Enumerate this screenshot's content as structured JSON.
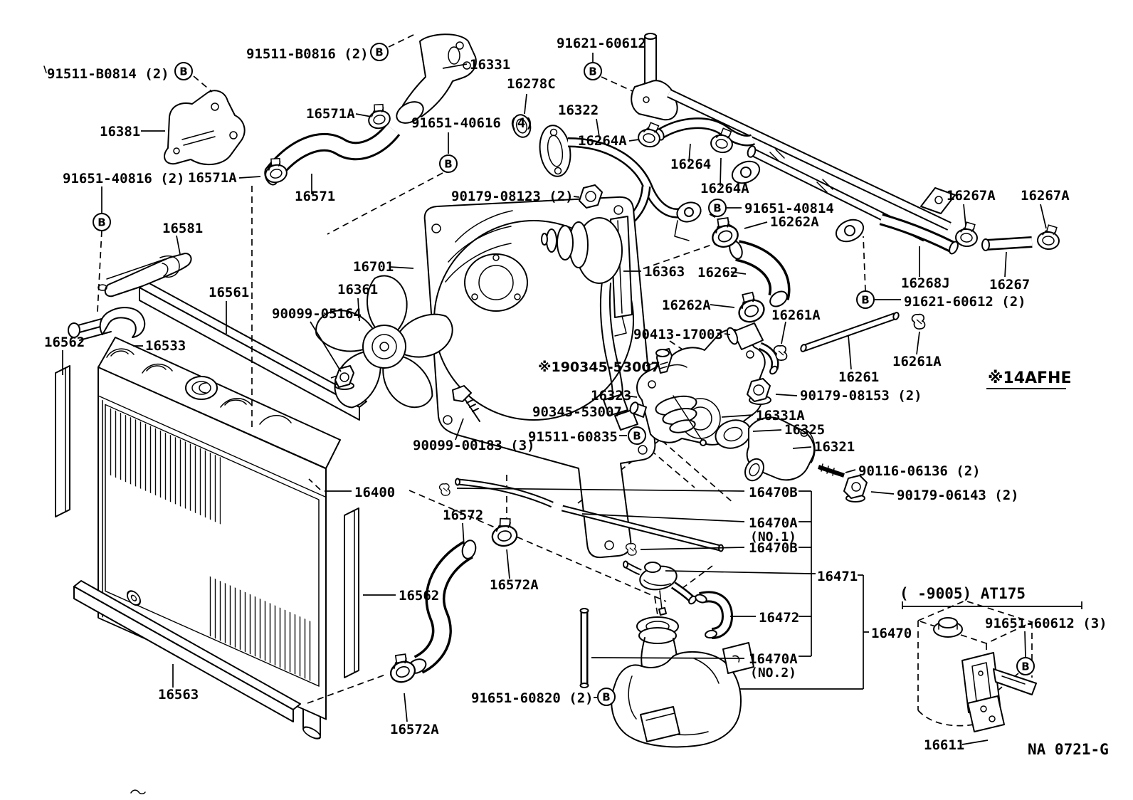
{
  "diagram": {
    "circle_b": "B",
    "engine_note": "※14AFHE",
    "inset_header": "( -9005) AT175",
    "ref_code": "NA 0721-G",
    "labels": {
      "b0814": "91511-B0814 (2)",
      "n16381": "16381",
      "b0816": "91511-B0816 (2)",
      "n16331": "16331",
      "n16571a_top": "16571A",
      "n16278c": "16278C",
      "b40616": "91651-40616 (4)",
      "b60612_top": "91621-60612",
      "n16322": "16322",
      "n16264a_l": "16264A",
      "n16264": "16264",
      "n16264a_r": "16264A",
      "n16571a_mid": "16571A",
      "n16571": "16571",
      "b40816": "91651-40816 (2)",
      "n16581": "16581",
      "b08123": "90179-08123 (2)",
      "b40814": "91651-40814",
      "n16262a_top": "16262A",
      "n16267a_l": "16267A",
      "n16267a_r": "16267A",
      "n16701": "16701",
      "n16361": "16361",
      "n05164": "90099-05164",
      "n16561": "16561",
      "n16562_l": "16562",
      "n16533": "16533",
      "n16363": "16363",
      "n16262": "16262",
      "n16262a_bot": "16262A",
      "n16261a_mid": "16261A",
      "n17003": "90413-17003",
      "n53007_note": "※190345-53007",
      "n16323": "16323",
      "n53007": "90345-53007",
      "b60835": "91511-60835",
      "n16331a": "16331A",
      "n16325": "16325",
      "n16321": "16321",
      "n08153": "90179-08153 (2)",
      "n16261": "16261",
      "n16261a_r": "16261A",
      "n16268j": "16268J",
      "n16267": "16267",
      "b60612_2": "91621-60612 (2)",
      "n06136": "90116-06136 (2)",
      "n06143": "90179-06143 (2)",
      "n00183": "90099-00183 (3)",
      "n16400": "16400",
      "n16470b_1": "16470B",
      "n16470a_1": "16470A",
      "n16470a_1s": "(NO.1)",
      "n16470b_2": "16470B",
      "n16471": "16471",
      "n16472": "16472",
      "n16470": "16470",
      "n16470a_2": "16470A",
      "n16470a_2s": "(NO.2)",
      "n16572": "16572",
      "n16572a_top": "16572A",
      "n16562_r": "16562",
      "n16563": "16563",
      "n16572a_bot": "16572A",
      "b60820": "91651-60820 (2)",
      "b60612_3": "91651-60612 (3)",
      "n16611": "16611",
      "nrefcode": "NA 0721-G"
    }
  }
}
